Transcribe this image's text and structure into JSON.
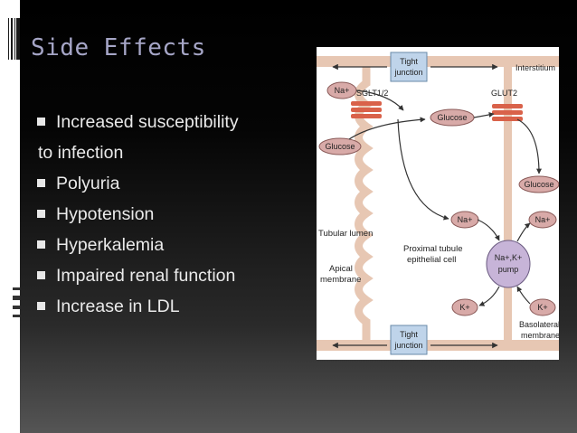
{
  "slide": {
    "title": "Side Effects",
    "bullets": [
      "Increased susceptibility",
      "Polyuria",
      "Hypotension",
      "Hyperkalemia",
      "Impaired renal function",
      "Increase in LDL"
    ],
    "bullet_continuation": "to infection"
  },
  "diagram": {
    "tight_junction_top": [
      "Tight",
      "junction"
    ],
    "tight_junction_bottom": [
      "Tight",
      "junction"
    ],
    "interstitium": "Interstitium",
    "sglt": "SGLT1/2",
    "glut": "GLUT2",
    "na_lumen": "Na+",
    "glucose_lumen": "Glucose",
    "glucose_cell": "Glucose",
    "glucose_interstitium": "Glucose",
    "na_cell": "Na+",
    "na_interstitium": "Na+",
    "tubular_lumen": "Tubular lumen",
    "cell_label": [
      "Proximal tubule",
      "epithelial cell"
    ],
    "pump": [
      "Na+,K+",
      "pump"
    ],
    "apical": [
      "Apical",
      "membrane"
    ],
    "k_cell": "K+",
    "k_interstitium": "K+",
    "basolateral": [
      "Basolateral",
      "membrane"
    ]
  },
  "colors": {
    "title": "#a6a6c7",
    "bullet_text": "#eaeaea",
    "membrane": "#e7c7b3",
    "ion_fill": "#d8aaa8",
    "pump_fill": "#c7b4d8",
    "junction_fill": "#bfd4ea"
  }
}
